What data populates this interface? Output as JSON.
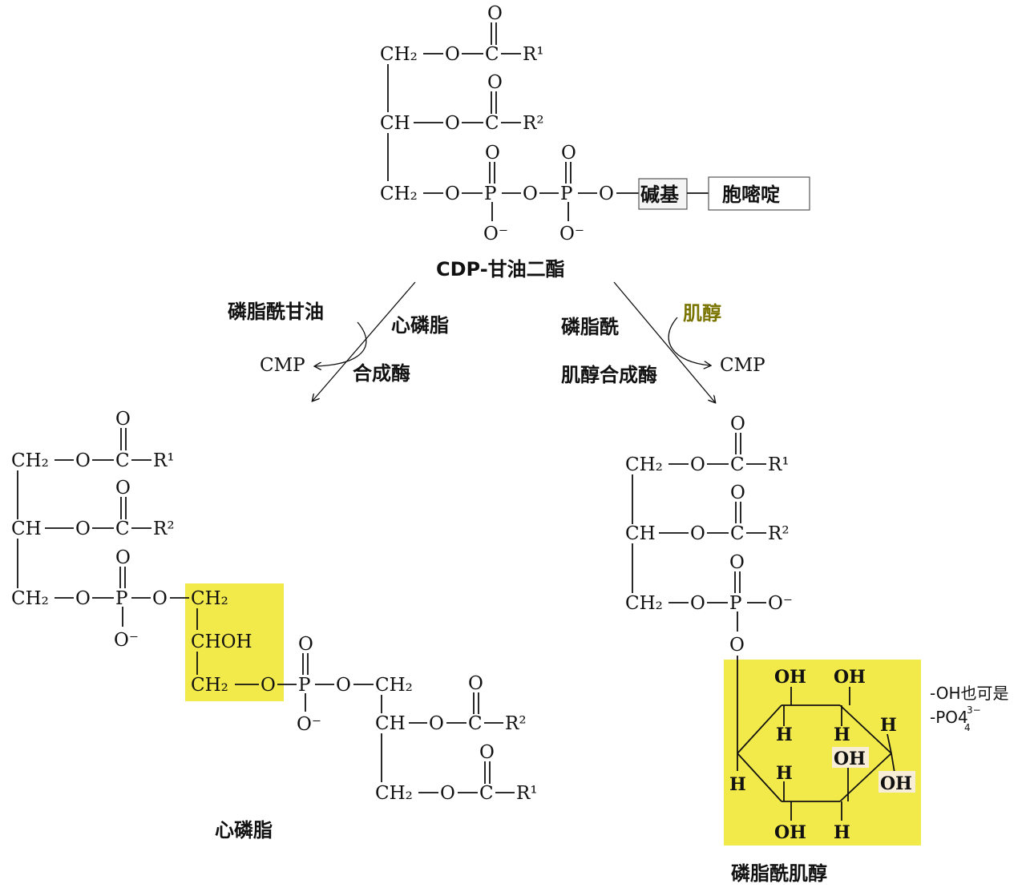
{
  "colors": {
    "highlight": "#f2ea4a",
    "inositol_label": "#7a7400",
    "ink": "#111111"
  },
  "cdp_dag": {
    "label": "CDP-甘油二酯",
    "base_box": "碱基",
    "cytidine_box": "胞嘧啶"
  },
  "left_arrow": {
    "enzyme_line1": "磷脂酰甘油",
    "enzyme_line2": "心磷脂",
    "enzyme_line3": "合成酶",
    "byproduct": "CMP"
  },
  "right_arrow": {
    "substrate": "肌醇",
    "enzyme_line1": "磷脂酰",
    "enzyme_line2": "肌醇合成酶",
    "byproduct": "CMP"
  },
  "cardiolipin": {
    "label": "心磷脂"
  },
  "phosphatidylinositol": {
    "label": "磷脂酰肌醇",
    "note_line1": "-OH也可是",
    "note_line2": "-PO4"
  },
  "chem": {
    "ch2": "CH₂",
    "ch": "CH",
    "choh": "CHOH",
    "o": "O",
    "o_minus": "O⁻",
    "p": "P",
    "c": "C",
    "r1": "R¹",
    "r2": "R²",
    "oh": "OH",
    "h": "H",
    "charge": "3−",
    "subscript": "4"
  }
}
